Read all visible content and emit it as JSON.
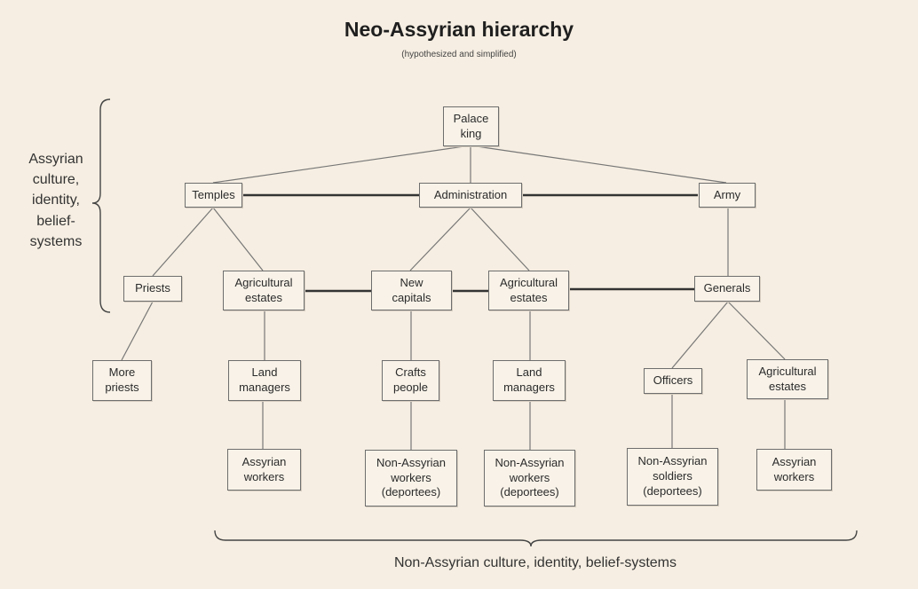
{
  "title": "Neo-Assyrian hierarchy",
  "subtitle": "(hypothesized and simplified)",
  "side_label": "Assyrian\nculture,\nidentity,\nbelief-\nsystems",
  "bottom_label": "Non-Assyrian culture, identity, belief-systems",
  "nodes": {
    "palace": "Palace\nking",
    "temples": "Temples",
    "administration": "Administration",
    "army": "Army",
    "priests": "Priests",
    "agri_estates_1": "Agricultural\nestates",
    "new_capitals": "New\ncapitals",
    "agri_estates_2": "Agricultural\nestates",
    "generals": "Generals",
    "more_priests": "More\npriests",
    "land_managers_1": "Land\nmanagers",
    "crafts_people": "Crafts\npeople",
    "land_managers_2": "Land\nmanagers",
    "officers": "Officers",
    "agri_estates_3": "Agricultural\nestates",
    "assyrian_workers_1": "Assyrian\nworkers",
    "non_assyrian_workers_1": "Non-Assyrian\nworkers\n(deportees)",
    "non_assyrian_workers_2": "Non-Assyrian\nworkers\n(deportees)",
    "non_assyrian_soldiers": "Non-Assyrian\nsoldiers\n(deportees)",
    "assyrian_workers_2": "Assyrian\nworkers"
  }
}
